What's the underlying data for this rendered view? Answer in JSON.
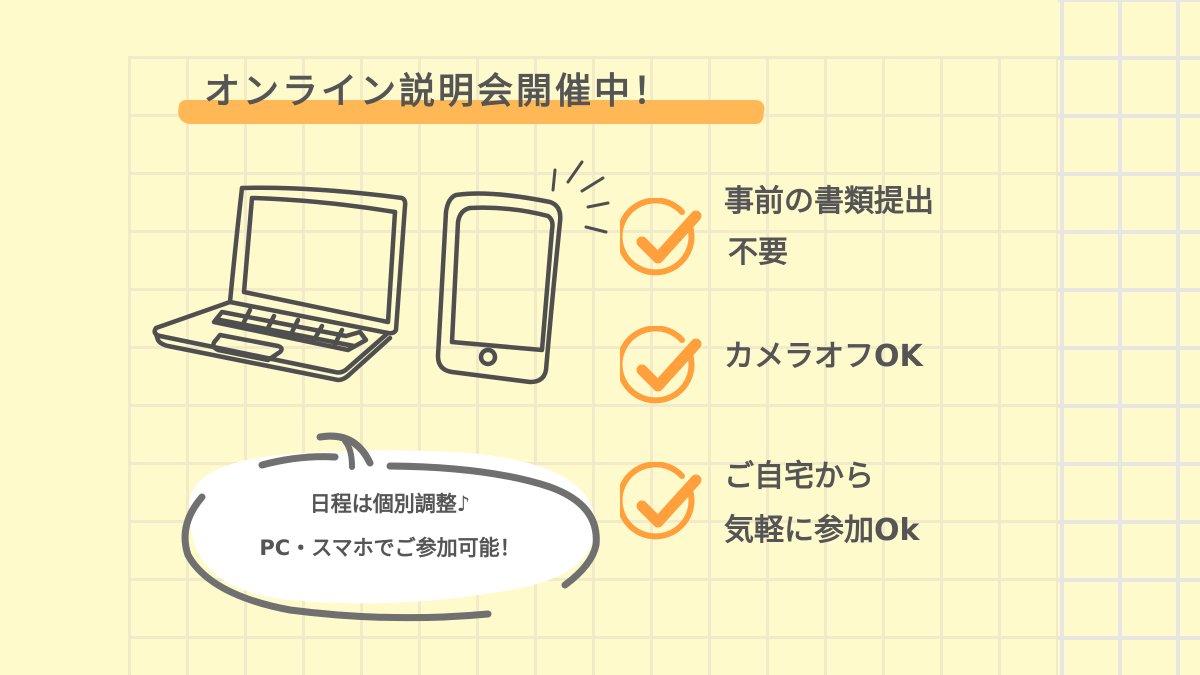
{
  "title": "オンライン説明会開催中！",
  "colors": {
    "background": "#fffacc",
    "accent_orange": "#ffa03c",
    "brush_orange": "#ffb855",
    "text_gray": "#555555",
    "line_gray": "#4f4f4f",
    "bubble_stroke": "#707070"
  },
  "illustrations": {
    "laptop": "laptop-icon",
    "smartphone": "smartphone-icon"
  },
  "checklist": [
    {
      "icon": "check-circle-icon",
      "lines": [
        "事前の書類提出",
        "不要"
      ]
    },
    {
      "icon": "check-circle-icon",
      "lines": [
        "カメラオフOK"
      ]
    },
    {
      "icon": "check-circle-icon",
      "lines": [
        "ご自宅から",
        "気軽に参加Ok"
      ]
    }
  ],
  "bubble": {
    "line1": "日程は個別調整♪",
    "line2": "PC・スマホでご参加可能！"
  }
}
